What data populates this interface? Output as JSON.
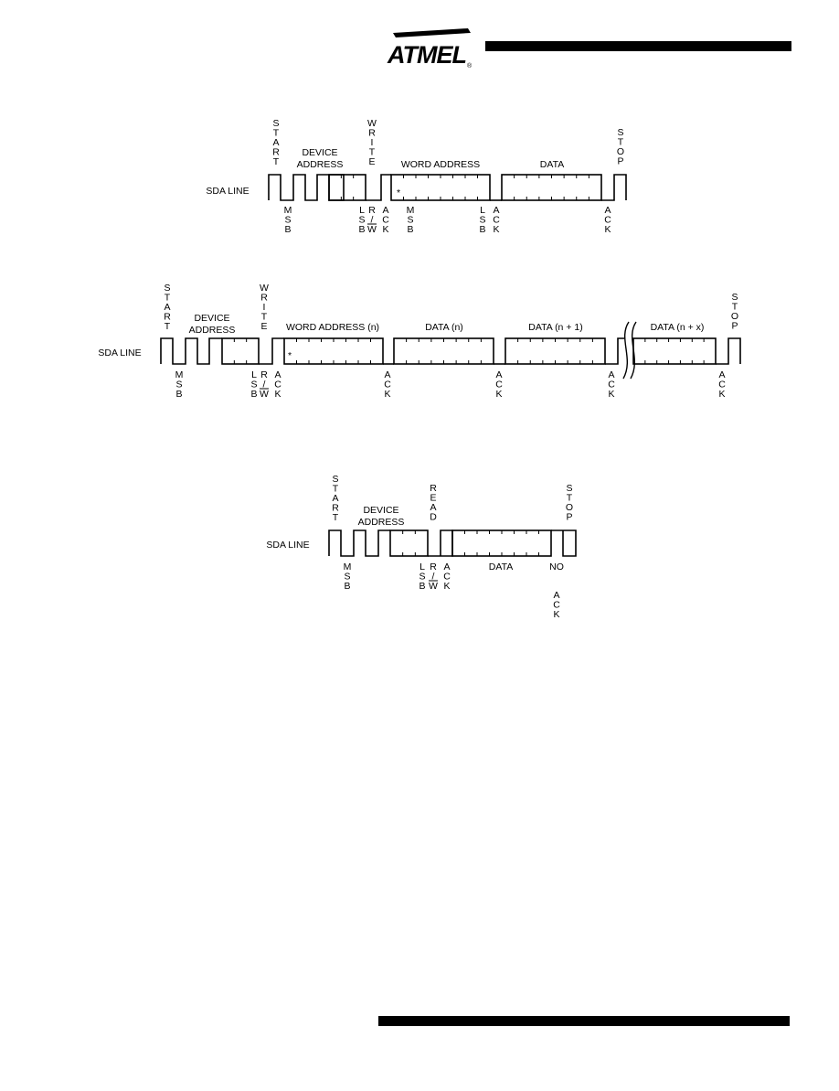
{
  "header": {
    "logo_text": "ATMEL",
    "registered_mark": "®",
    "bar_color": "#000000"
  },
  "diagrams": [
    {
      "id": "byte-write",
      "line_label": "SDA LINE",
      "start_label": "START",
      "device_address_label": [
        "DEVICE",
        "ADDRESS"
      ],
      "rw_label": "WRITE",
      "word_address_label": "WORD ADDRESS",
      "data_label": "DATA",
      "stop_label": "STOP",
      "asterisk": "*",
      "below": {
        "msb": "MSB",
        "lsb": "LSB",
        "rw": [
          "R",
          "/",
          "W"
        ],
        "ack": "ACK",
        "msb2": "MSB",
        "lsb2": "LSB",
        "ack2": "ACK",
        "ack3": "ACK"
      }
    },
    {
      "id": "page-write",
      "line_label": "SDA LINE",
      "start_label": "START",
      "device_address_label": [
        "DEVICE",
        "ADDRESS"
      ],
      "rw_label": "WRITE",
      "word_address_label": "WORD ADDRESS (n)",
      "data_n_label": "DATA (n)",
      "data_n1_label": "DATA (n + 1)",
      "data_nx_label": "DATA (n + x)",
      "stop_label": "STOP",
      "asterisk": "*",
      "below": {
        "msb": "MSB",
        "lsb": "LSB",
        "rw": [
          "R",
          "/",
          "W"
        ],
        "ack": "ACK"
      }
    },
    {
      "id": "current-address-read",
      "line_label": "SDA LINE",
      "start_label": "START",
      "device_address_label": [
        "DEVICE",
        "ADDRESS"
      ],
      "rw_label": "READ",
      "data_label": "DATA",
      "stop_label": "STOP",
      "below": {
        "msb": "MSB",
        "lsb": "LSB",
        "rw": [
          "R",
          "/",
          "W"
        ],
        "ack": "ACK",
        "no": "NO",
        "no_ack": "ACK"
      }
    }
  ]
}
